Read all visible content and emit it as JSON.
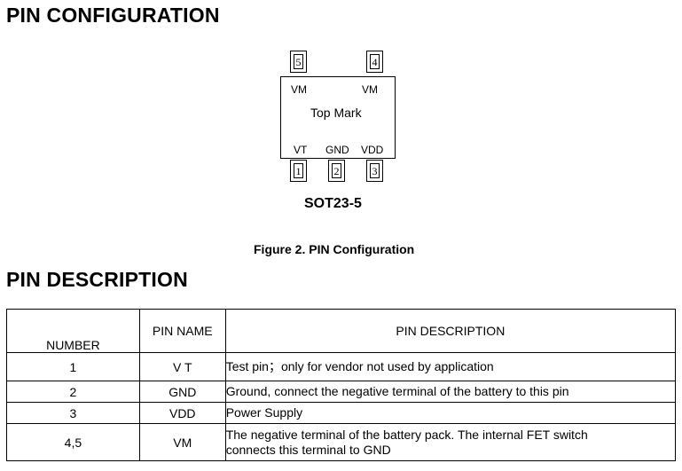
{
  "headings": {
    "pin_configuration": "PIN CONFIGURATION",
    "pin_description": "PIN DESCRIPTION"
  },
  "diagram": {
    "top_mark": "Top Mark",
    "package": "SOT23-5",
    "caption": "Figure 2.  PIN Configuration",
    "pins": [
      {
        "number": "1",
        "label": "VT"
      },
      {
        "number": "2",
        "label": "GND"
      },
      {
        "number": "3",
        "label": "VDD"
      },
      {
        "number": "4",
        "label": "VM"
      },
      {
        "number": "5",
        "label": "VM"
      }
    ]
  },
  "table": {
    "headers": [
      "NUMBER",
      "PIN NAME",
      "PIN DESCRIPTION"
    ],
    "rows": [
      {
        "number": "1",
        "name": "V T",
        "description": "Test pin；only for vendor not used by application"
      },
      {
        "number": "2",
        "name": "GND",
        "description": "Ground, connect the negative terminal of the battery to this pin"
      },
      {
        "number": "3",
        "name": "VDD",
        "description": "Power Supply"
      },
      {
        "number": "4,5",
        "name": "VM",
        "description_line1": "The negative terminal of the battery pack. The internal FET switch",
        "description_line2": "connects this terminal to GND"
      }
    ]
  }
}
